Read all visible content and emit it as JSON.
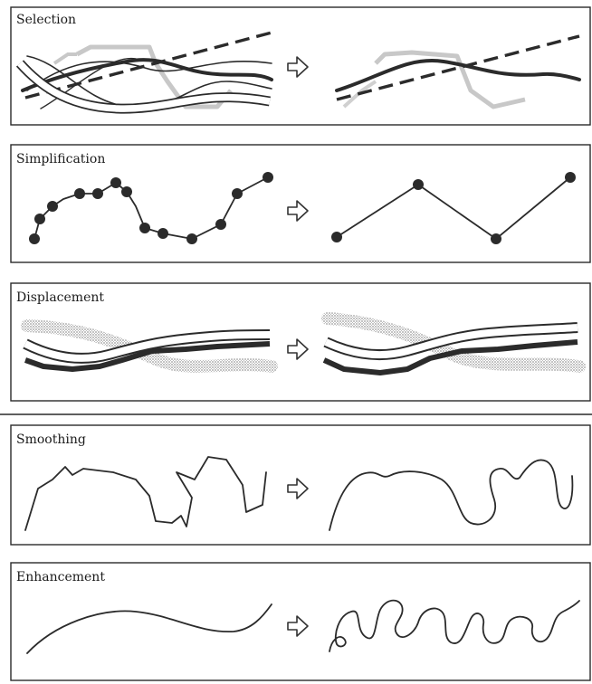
{
  "panels": [
    {
      "title": "Selection"
    },
    {
      "title": "Simplification"
    },
    {
      "title": "Displacement"
    },
    {
      "title": "Smoothing"
    },
    {
      "title": "Enhancement"
    }
  ],
  "colors": {
    "ink": "#2b2b2b",
    "faded": "#c8c8c8",
    "stipple": "#b5b5b5",
    "background": "#ffffff"
  },
  "icons": {
    "transform_arrow": "right-arrow-outline-icon"
  }
}
